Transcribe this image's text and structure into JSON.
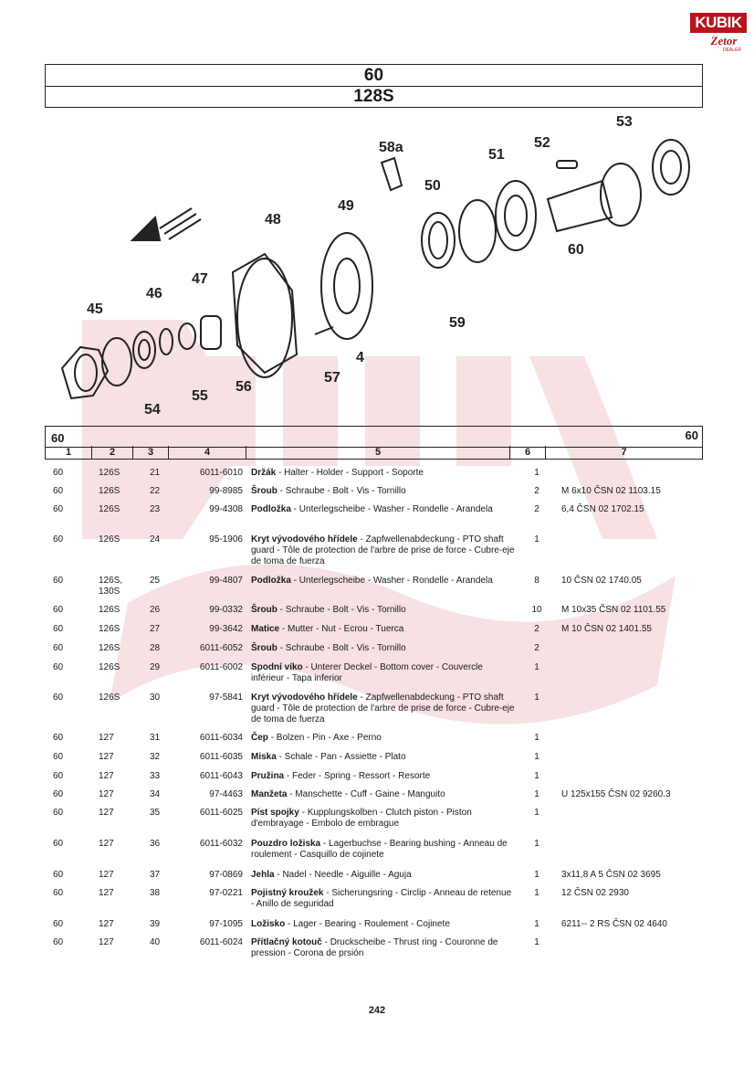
{
  "logo": {
    "brand": "KUBIK",
    "sub": "Zetor",
    "tag": "DEALER"
  },
  "header": {
    "group": "60",
    "model": "128S"
  },
  "diagram": {
    "labels": [
      "58a",
      "53",
      "52",
      "51",
      "50",
      "49",
      "48",
      "47",
      "46",
      "45",
      "54",
      "55",
      "56",
      "57",
      "4",
      "59",
      "60"
    ]
  },
  "table": {
    "group_left": "60",
    "group_right": "60",
    "columns": [
      "1",
      "2",
      "3",
      "4",
      "5",
      "6",
      "7"
    ],
    "rows": [
      {
        "c1": "60",
        "c2": "126S",
        "c3": "21",
        "c4": "6011-6010",
        "name": "Držák",
        "desc": " - Halter - Holder - Support - Soporte",
        "qty": "1",
        "note": ""
      },
      {
        "c1": "60",
        "c2": "126S",
        "c3": "22",
        "c4": "99-8985",
        "name": "Šroub",
        "desc": " - Schraube - Bolt - Vis - Tornillo",
        "qty": "2",
        "note": "M 6x10 ČSN 02 1103.15"
      },
      {
        "c1": "60",
        "c2": "126S",
        "c3": "23",
        "c4": "99-4308",
        "name": "Podložka",
        "desc": " - Unterlegscheibe - Washer - Rondelle - Arandela",
        "qty": "2",
        "note": "6,4 ČSN 02 1702.15"
      },
      {
        "c1": "60",
        "c2": "126S",
        "c3": "24",
        "c4": "95-1906",
        "name": "Kryt vývodového hřídele",
        "desc": " - Zapfwellenabdeckung - PTO shaft guard - Tôle de protection de l'arbre de prise de force - Cubre-eje de toma de fuerza",
        "qty": "1",
        "note": ""
      },
      {
        "c1": "60",
        "c2": "126S, 130S",
        "c3": "25",
        "c4": "99-4807",
        "name": "Podložka",
        "desc": " - Unterlegscheibe - Washer - Rondelle - Arandela",
        "qty": "8",
        "note": "10 ČSN 02 1740.05"
      },
      {
        "c1": "60",
        "c2": "126S",
        "c3": "26",
        "c4": "99-0332",
        "name": "Šroub",
        "desc": " - Schraube - Bolt - Vis - Tornillo",
        "qty": "10",
        "note": "M 10x35 ČSN 02 1101.55"
      },
      {
        "c1": "60",
        "c2": "126S",
        "c3": "27",
        "c4": "99-3642",
        "name": "Matice",
        "desc": " - Mutter - Nut - Ecrou - Tuerca",
        "qty": "2",
        "note": "M 10 ČSN 02 1401.55"
      },
      {
        "c1": "60",
        "c2": "126S",
        "c3": "28",
        "c4": "6011-6052",
        "name": "Šroub",
        "desc": " - Schraube - Bolt - Vis - Tornillo",
        "qty": "2",
        "note": ""
      },
      {
        "c1": "60",
        "c2": "126S",
        "c3": "29",
        "c4": "6011-6002",
        "name": "Spodní víko",
        "desc": " - Unterer Deckel - Bottom cover - Couvercle inférieur - Tapa inferior",
        "qty": "1",
        "note": ""
      },
      {
        "c1": "60",
        "c2": "126S",
        "c3": "30",
        "c4": "97-5841",
        "name": "Kryt vývodového hřídele",
        "desc": " - Zapfwellenabdeckung - PTO shaft guard - Tôle de protection de l'arbre de prise de force - Cubre-eje de toma de fuerza",
        "qty": "1",
        "note": ""
      },
      {
        "c1": "60",
        "c2": "127",
        "c3": "31",
        "c4": "6011-6034",
        "name": "Čep",
        "desc": " - Bolzen - Pin - Axe - Perno",
        "qty": "1",
        "note": ""
      },
      {
        "c1": "60",
        "c2": "127",
        "c3": "32",
        "c4": "6011-6035",
        "name": "Miska",
        "desc": " - Schale - Pan - Assiette - Plato",
        "qty": "1",
        "note": ""
      },
      {
        "c1": "60",
        "c2": "127",
        "c3": "33",
        "c4": "6011-6043",
        "name": "Pružina",
        "desc": " - Feder - Spring - Ressort - Resorte",
        "qty": "1",
        "note": ""
      },
      {
        "c1": "60",
        "c2": "127",
        "c3": "34",
        "c4": "97-4463",
        "name": "Manžeta",
        "desc": " - Manschette - Cuff - Gaine - Manguito",
        "qty": "1",
        "note": "U 125x155 ČSN 02 9260.3"
      },
      {
        "c1": "60",
        "c2": "127",
        "c3": "35",
        "c4": "6011-6025",
        "name": "Píst spojky",
        "desc": " - Kupplungskolben - Clutch piston - Piston d'embrayage - Embolo de embrague",
        "qty": "1",
        "note": ""
      },
      {
        "c1": "60",
        "c2": "127",
        "c3": "36",
        "c4": "6011-6032",
        "name": "Pouzdro ložiska",
        "desc": " - Lagerbuchse - Bearing bushing - Anneau de roulement - Casquillo de cojinete",
        "qty": "1",
        "note": ""
      },
      {
        "c1": "60",
        "c2": "127",
        "c3": "37",
        "c4": "97-0869",
        "name": "Jehla",
        "desc": " - Nadel - Needle - Aiguille - Aguja",
        "qty": "1",
        "note": "3x11,8 A 5 ČSN 02 3695"
      },
      {
        "c1": "60",
        "c2": "127",
        "c3": "38",
        "c4": "97-0221",
        "name": "Pojistný kroužek",
        "desc": " - Sicherungsring - Circlip - Anneau de retenue - Anillo de seguridad",
        "qty": "1",
        "note": "12 ČSN 02 2930"
      },
      {
        "c1": "60",
        "c2": "127",
        "c3": "39",
        "c4": "97-1095",
        "name": "Ložisko",
        "desc": " - Lager - Bearing - Roulement - Cojinete",
        "qty": "1",
        "note": "6211-- 2 RS ČSN 02 4640"
      },
      {
        "c1": "60",
        "c2": "127",
        "c3": "40",
        "c4": "6011-6024",
        "name": "Přítlačný kotouč",
        "desc": " - Druckscheibe - Thrust ring - Couronne de pression - Corona de prsión",
        "qty": "1",
        "note": ""
      }
    ]
  },
  "footer": {
    "page": "242"
  }
}
